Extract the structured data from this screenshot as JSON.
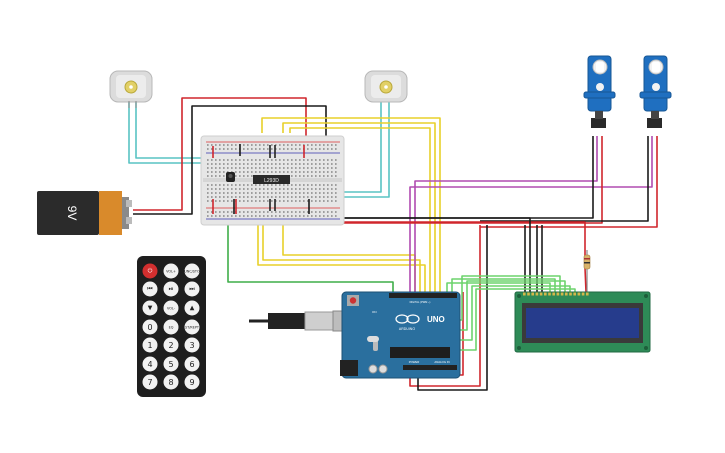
{
  "components": {
    "battery": {
      "label": "9V",
      "body_color": "#2b2b2b",
      "cap_color": "#d98a2b"
    },
    "ic_chip": {
      "label": "L293D"
    },
    "arduino": {
      "logo": "UNO",
      "brand": "ARDUINO",
      "digital_label": "DIGITAL (PWM ~)",
      "power_label": "POWER",
      "analog_label": "ANALOG IN",
      "on_label": "ON",
      "color": "#2a6f9e"
    },
    "lcd": {
      "screen_color": "#263c8c",
      "board_color": "#2e8b57"
    },
    "remote": {
      "buttons": [
        {
          "label": "⏻",
          "kind": "power"
        },
        {
          "label": "VOL+",
          "kind": "small"
        },
        {
          "label": "FUNC/STOP",
          "kind": "small"
        },
        {
          "label": "⏮",
          "kind": "icon"
        },
        {
          "label": "⏯",
          "kind": "icon"
        },
        {
          "label": "⏭",
          "kind": "icon"
        },
        {
          "label": "▼",
          "kind": "icon"
        },
        {
          "label": "VOL-",
          "kind": "small"
        },
        {
          "label": "▲",
          "kind": "icon"
        },
        {
          "label": "0",
          "kind": "num"
        },
        {
          "label": "EQ",
          "kind": "small"
        },
        {
          "label": "ST/REPT",
          "kind": "small"
        },
        {
          "label": "1",
          "kind": "num"
        },
        {
          "label": "2",
          "kind": "num"
        },
        {
          "label": "3",
          "kind": "num"
        },
        {
          "label": "4",
          "kind": "num"
        },
        {
          "label": "5",
          "kind": "num"
        },
        {
          "label": "6",
          "kind": "num"
        },
        {
          "label": "7",
          "kind": "num"
        },
        {
          "label": "8",
          "kind": "num"
        },
        {
          "label": "9",
          "kind": "num"
        }
      ]
    }
  },
  "wire_colors": {
    "red": "#d0262d",
    "black": "#1a1a1a",
    "yellow": "#e8d02a",
    "teal": "#59c3c3",
    "green": "#3fae49",
    "magenta": "#b04bb0",
    "lightgreen": "#6dd36d"
  }
}
